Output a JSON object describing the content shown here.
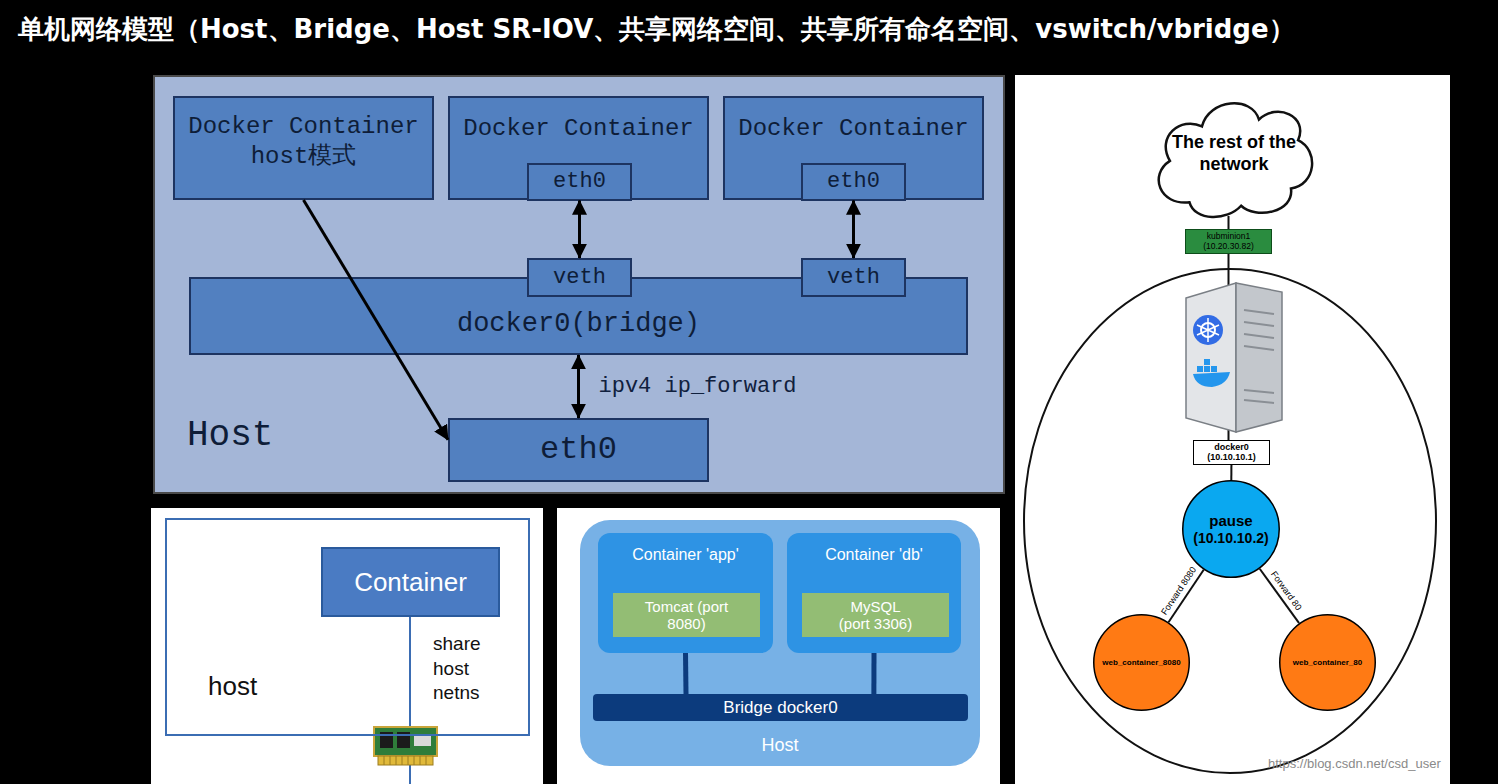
{
  "diagram": {
    "title": "单机网络模型（Host、Bridge、Host SR-IOV、共享网络空间、共享所有命名空间、vswitch/vbridge）",
    "nodes": [
      {
        "text": [
          "Host"
        ]
      },
      {
        "text": [
          "Docker Container host模式"
        ],
        "in": 0
      },
      {
        "text": [
          "Docker Container"
        ],
        "in": 0
      },
      {
        "text": [
          "eth0"
        ],
        "in": 2
      },
      {
        "text": [
          "Docker Container"
        ],
        "in": 0
      },
      {
        "text": [
          "eth0"
        ],
        "in": 4
      },
      {
        "text": [
          "docker0(bridge)"
        ],
        "in": 0
      },
      {
        "text": [
          "veth"
        ],
        "in": 0
      },
      {
        "text": [
          "veth"
        ],
        "in": 0
      },
      {
        "text": [
          "eth0"
        ],
        "in": 0
      },
      {
        "text": [
          "host"
        ]
      },
      {
        "text": [
          "Container"
        ],
        "in": 10
      },
      {
        "text": [
          "Host"
        ]
      },
      {
        "text": [
          "Container 'app'"
        ],
        "in": 12
      },
      {
        "text": [
          "Tomcat (port 8080)"
        ],
        "in": 13
      },
      {
        "text": [
          "Container 'db'"
        ],
        "in": 12
      },
      {
        "text": [
          "MySQL (port 3306)"
        ],
        "in": 15
      },
      {
        "text": [
          "Bridge docker0"
        ],
        "in": 12
      },
      {
        "text": [
          "The rest of the network"
        ]
      },
      {
        "text": [
          "kubminion1",
          "(10.20.30.82)"
        ]
      },
      {
        "text": [
          "docker0",
          "(10.10.10.1)"
        ]
      },
      {
        "text": [
          "pause",
          "(10.10.10.2)"
        ]
      },
      {
        "text": [
          "web_container_8080"
        ]
      },
      {
        "text": [
          "web_container_80"
        ]
      }
    ],
    "edges": [
      {
        "from": 1,
        "to": 9,
        "arrow": "to"
      },
      {
        "from": 3,
        "to": 7,
        "arrow": "both"
      },
      {
        "from": 5,
        "to": 8,
        "arrow": "both"
      },
      {
        "from": 6,
        "to": 9,
        "label": "ipv4 ip_forward",
        "arrow": "both"
      },
      {
        "from": 13,
        "to": 17,
        "arrow": "none"
      },
      {
        "from": 15,
        "to": 17,
        "arrow": "none"
      },
      {
        "from": 18,
        "to": 19,
        "arrow": "none"
      },
      {
        "from": 20,
        "to": 21,
        "arrow": "none"
      },
      {
        "from": 21,
        "to": 22,
        "label": "Forward 8080",
        "arrow": "none"
      },
      {
        "from": 21,
        "to": 23,
        "label": "Forward 80",
        "arrow": "none"
      }
    ],
    "labels": [
      "share host netns",
      "https://blog.csdn.net/csd_user"
    ]
  }
}
